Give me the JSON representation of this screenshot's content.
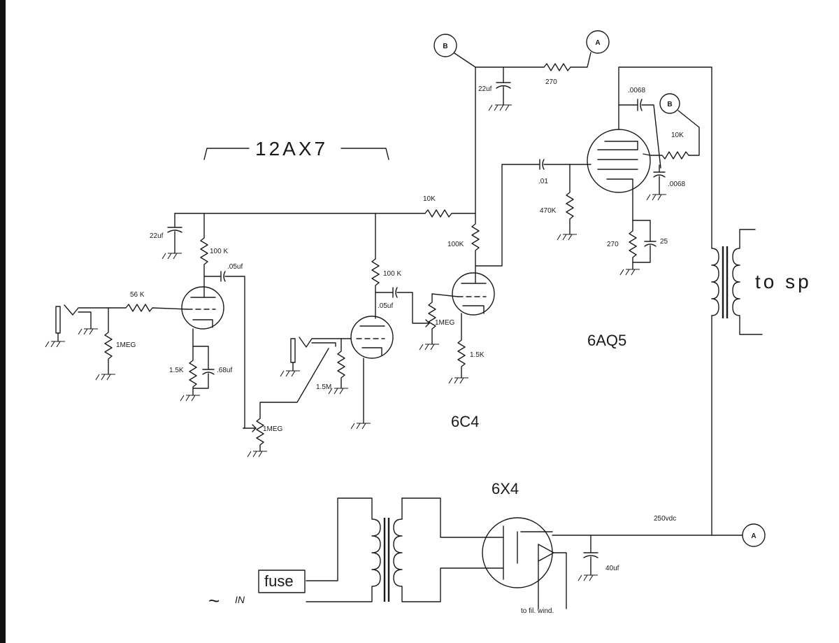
{
  "tubes": {
    "preamp": "12AX7",
    "driver": "6C4",
    "output": "6AQ5",
    "rectifier": "6X4"
  },
  "nodes": {
    "a": "A",
    "b": "B"
  },
  "resistors": {
    "r270_supply": "270",
    "r10k_screen": "10K",
    "r10k_dropping": "10K",
    "r470k": "470K",
    "r100k_6c4": "100K",
    "r270_cathode": "270",
    "r100k_v1": "100 K",
    "r56k": "56 K",
    "r1meg_input": "1MEG",
    "r1_5k_v1": "1.5K",
    "r100k_v2": "100 K",
    "r1_5m": "1.5M",
    "r1_5k_6c4": "1.5K",
    "pot_1meg_6c4": "1MEG",
    "pot_1meg_vol": "1MEG"
  },
  "capacitors": {
    "c22uf_top": "22uf",
    "c0068_top": ".0068",
    "c0068_right": ".0068",
    "c01": ".01",
    "c25": "25",
    "c22uf_left": "22uf",
    "c05uf_v1": ".05uf",
    "c68uf": ".68uf",
    "c05uf_v2": ".05uf",
    "c40uf": "40uf"
  },
  "power": {
    "fuse": "fuse",
    "ac_symbol": "~",
    "ac_in": "IN",
    "b_plus": "250vdc",
    "filament": "to fil. wind."
  },
  "output_transformer": {
    "to_speaker": "to sp"
  }
}
